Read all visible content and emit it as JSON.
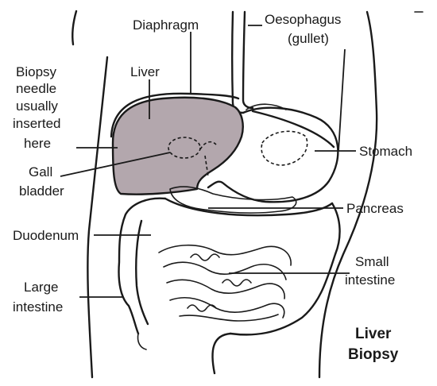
{
  "labels": {
    "diaphragm": "Diaphragm",
    "oesophagus_1": "Oesophagus",
    "oesophagus_2": "(gullet)",
    "biopsy_1": "Biopsy",
    "biopsy_2": "needle",
    "biopsy_3": "usually",
    "biopsy_4": "inserted",
    "biopsy_5": "here",
    "liver": "Liver",
    "gall_1": "Gall",
    "gall_2": "bladder",
    "stomach": "Stomach",
    "pancreas": "Pancreas",
    "duodenum": "Duodenum",
    "small_1": "Small",
    "small_2": "intestine",
    "large_1": "Large",
    "large_2": "intestine"
  },
  "title": {
    "line1": "Liver",
    "line2": "Biopsy"
  },
  "colors": {
    "liver_fill": "#b3a7ad",
    "stomach_top": "#bdb3b8",
    "outline": "#1a1a1a"
  }
}
